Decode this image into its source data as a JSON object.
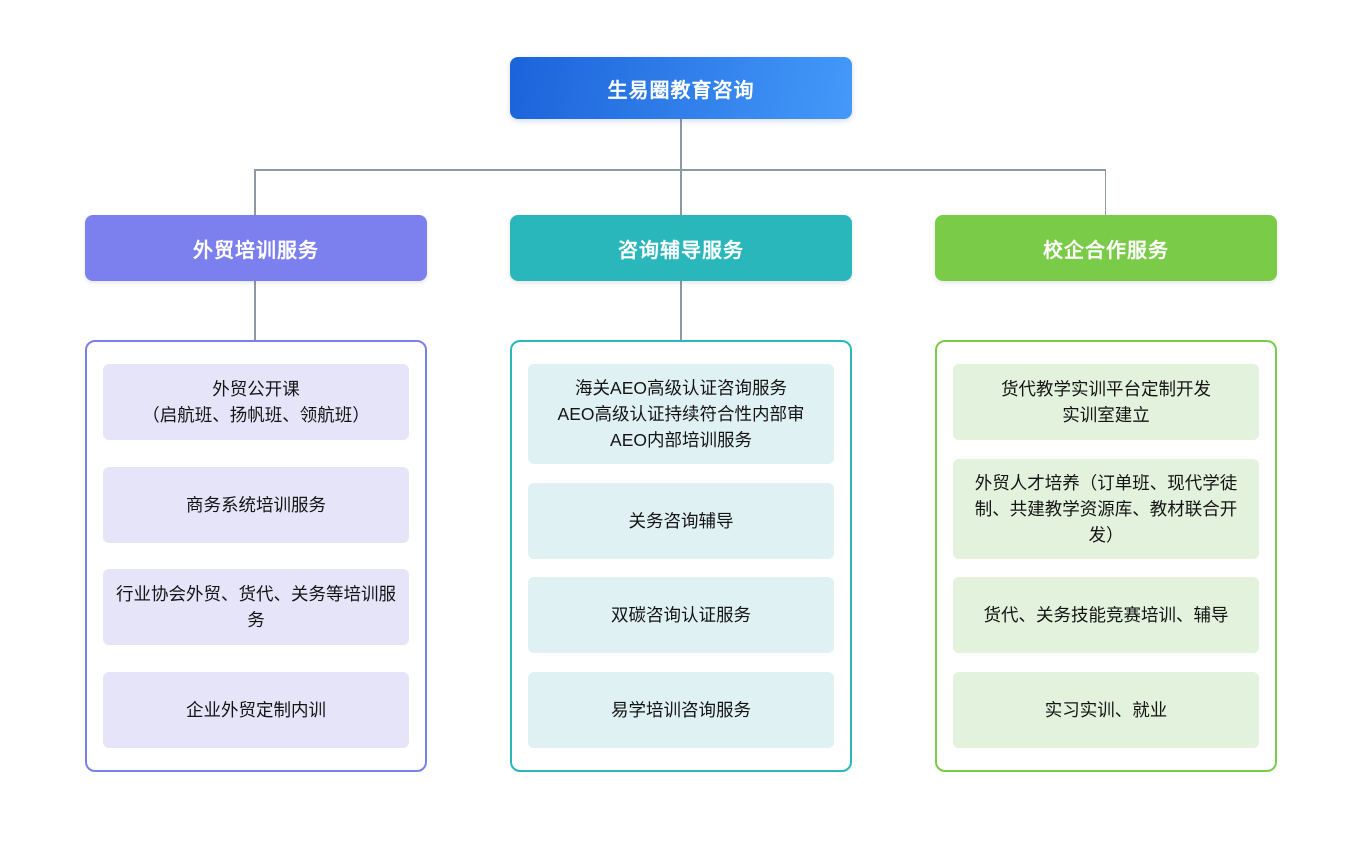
{
  "root": {
    "label": "生易圈教育咨询",
    "gradient_from": "#1B63DA",
    "gradient_to": "#4499F9",
    "text_color": "#FFFFFF"
  },
  "connector_color": "#8D99A4",
  "branches": [
    {
      "label": "外贸培训服务",
      "color": "#7C80EE",
      "item_bg": "#E6E4F9",
      "items": [
        "外贸公开课\n（启航班、扬帆班、领航班）",
        "商务系统培训服务",
        "行业协会外贸、货代、关务等培训服务",
        "企业外贸定制内训"
      ]
    },
    {
      "label": "咨询辅导服务",
      "color": "#2AB7BC",
      "item_bg": "#DFF1F2",
      "items": [
        "海关AEO高级认证咨询服务\nAEO高级认证持续符合性内部审\nAEO内部培训服务",
        "关务咨询辅导",
        "双碳咨询认证服务",
        "易学培训咨询服务"
      ]
    },
    {
      "label": "校企合作服务",
      "color": "#7ACB48",
      "item_bg": "#E2F2DC",
      "items": [
        "货代教学实训平台定制开发\n实训室建立",
        "外贸人才培养（订单班、现代学徒制、共建教学资源库、教材联合开发）",
        "货代、关务技能竞赛培训、辅导",
        "实习实训、就业"
      ]
    }
  ]
}
